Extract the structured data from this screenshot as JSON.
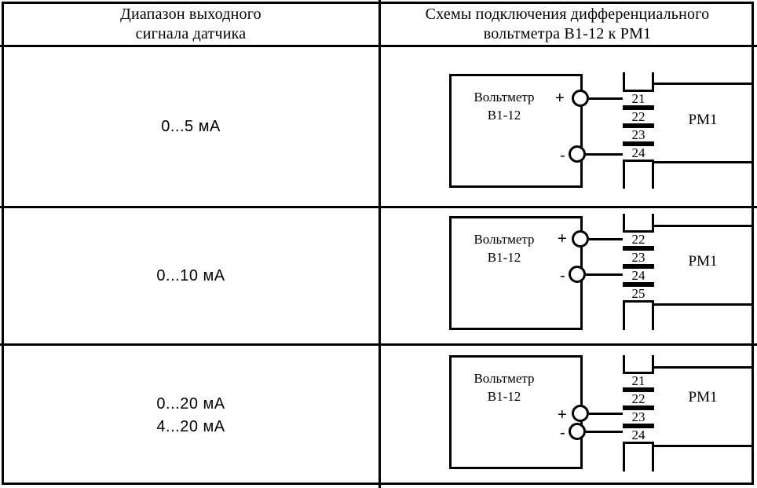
{
  "table": {
    "columns": [
      {
        "header_lines": [
          "Диапазон выходного",
          "сигнала датчика"
        ]
      },
      {
        "header_lines": [
          "Схемы подключения дифференциального",
          "вольтметра В1-12 к РМ1"
        ]
      }
    ],
    "rows": [
      {
        "range_lines": [
          "0...5 мА"
        ],
        "diagram": {
          "device_label_lines": [
            "Вольтметр",
            "В1-12"
          ],
          "target_label": "РМ1",
          "terminals": [
            "21",
            "22",
            "23",
            "24"
          ],
          "plus_sign": "+",
          "minus_sign": "-",
          "plus_terminal": "21",
          "minus_terminal": "24"
        }
      },
      {
        "range_lines": [
          "0...10 мА"
        ],
        "diagram": {
          "device_label_lines": [
            "Вольтметр",
            "В1-12"
          ],
          "target_label": "РМ1",
          "terminals": [
            "22",
            "23",
            "24",
            "25"
          ],
          "plus_sign": "+",
          "minus_sign": "-",
          "plus_terminal": "22",
          "minus_terminal": "24"
        }
      },
      {
        "range_lines": [
          "0...20 мА",
          "4...20 мА"
        ],
        "diagram": {
          "device_label_lines": [
            "Вольтметр",
            "В1-12"
          ],
          "target_label": "РМ1",
          "terminals": [
            "21",
            "22",
            "23",
            "24"
          ],
          "plus_sign": "+",
          "minus_sign": "-",
          "plus_terminal": "23",
          "minus_terminal": "24"
        }
      }
    ]
  },
  "colors": {
    "ink": "#000000",
    "paper": "#ffffff"
  }
}
